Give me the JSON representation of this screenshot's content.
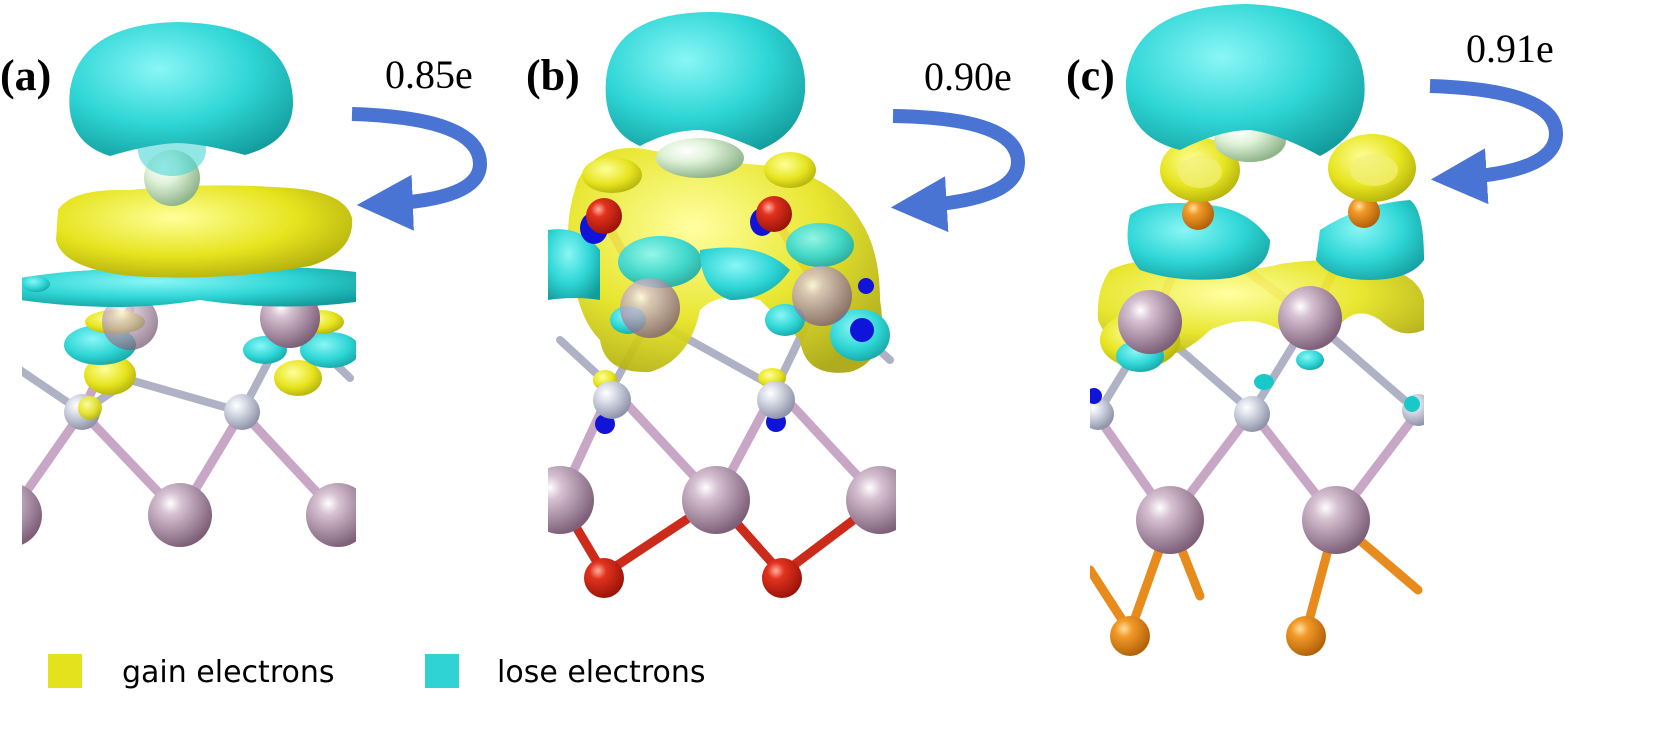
{
  "panels": [
    {
      "label": "(a)",
      "charge": "0.85e"
    },
    {
      "label": "(b)",
      "charge": "0.90e"
    },
    {
      "label": "(c)",
      "charge": "0.91e"
    }
  ],
  "legend": {
    "gain": {
      "text": "gain electrons",
      "color": "#e3e21c"
    },
    "lose": {
      "text": "lose electrons",
      "color": "#2fd3d3"
    }
  },
  "colors": {
    "arrow": "#4a74d4",
    "hydrogen": "#e4f4e0",
    "metal": "#9e7e98",
    "nitrogen": "#d4d8e4",
    "oxygen": "#d6281a",
    "dopant": "#ea8f1c",
    "blue_lobe": "#0f14d8"
  }
}
